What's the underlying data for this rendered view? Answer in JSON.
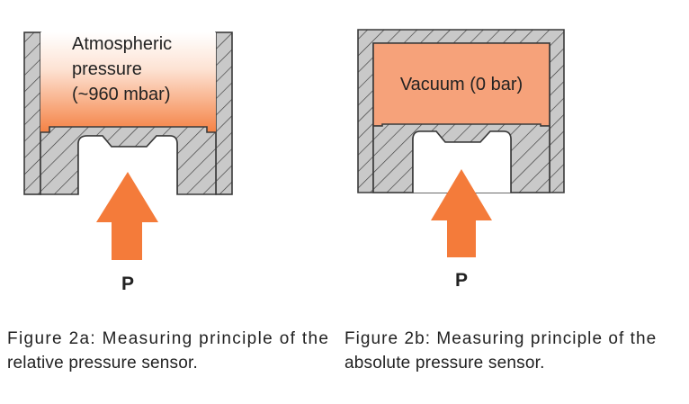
{
  "figure_a": {
    "pressure_label_lines": [
      "Atmospheric",
      "pressure",
      "(~960 mbar)"
    ],
    "force_label": "P",
    "caption_lines": [
      "Figure 2a: Measuring principle of the",
      "relative pressure sensor."
    ]
  },
  "figure_b": {
    "vacuum_label": "Vacuum (0 bar)",
    "force_label": "P",
    "caption_lines": [
      "Figure 2b: Measuring principle of the",
      "absolute pressure sensor."
    ]
  },
  "colors": {
    "orange": "#f47b3a",
    "light_orange": "#f6a27a",
    "hatch_fill": "#c9c9c9",
    "stroke": "#3a3a3a"
  }
}
